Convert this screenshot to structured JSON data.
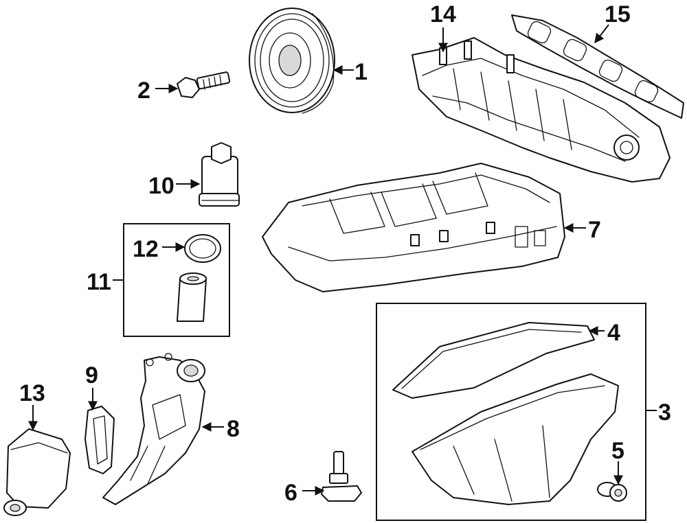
{
  "colors": {
    "line": "#111111",
    "fill": "#ffffff",
    "shade": "#d9d9d9",
    "background": "#ffffff"
  },
  "callouts": [
    "1",
    "2",
    "3",
    "4",
    "5",
    "6",
    "7",
    "8",
    "9",
    "10",
    "11",
    "12",
    "13",
    "14",
    "15"
  ]
}
